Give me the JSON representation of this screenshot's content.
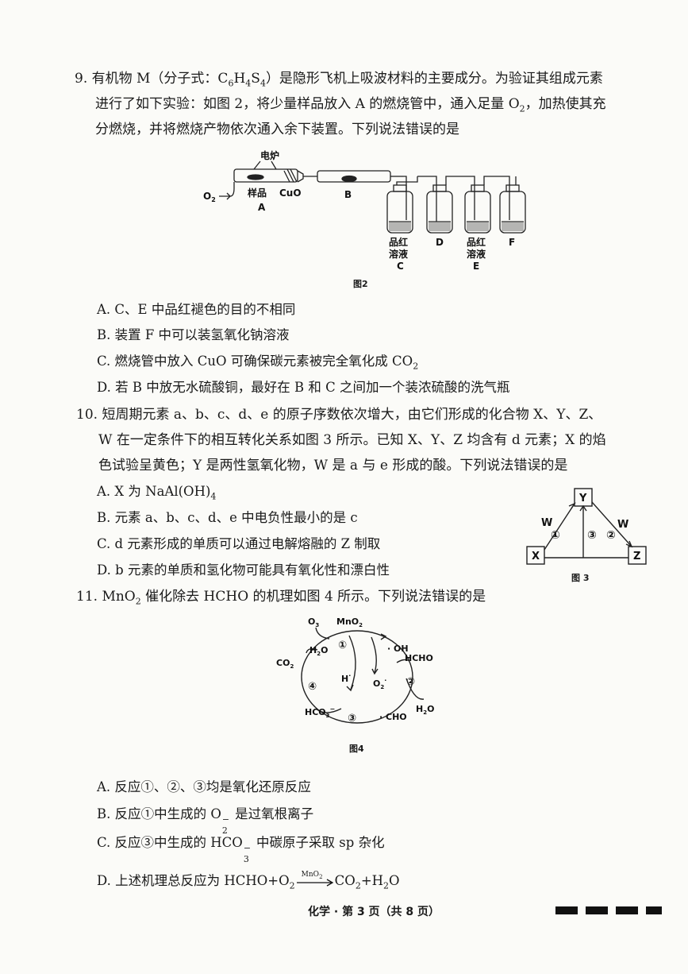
{
  "q9": {
    "line1_a": "9. 有机物 M（分子式：C",
    "line1_s1": "6",
    "line1_b": "H",
    "line1_s2": "4",
    "line1_c": "S",
    "line1_s3": "4",
    "line1_d": "）是隐形飞机上吸波材料的主要成分。为验证其组成元素",
    "line2_a": "进行了如下实验：如图 2，将少量样品放入 A 的燃烧管中，通入足量 O",
    "line2_s": "2",
    "line2_b": "，加热使其充",
    "line3": "分燃烧，并将燃烧产物依次通入余下装置。下列说法错误的是",
    "figure": {
      "caption": "图2",
      "furnace": "电炉",
      "o2_a": "O",
      "o2_s": "2",
      "sample": "样品",
      "cuo": "CuO",
      "a": "A",
      "b": "B",
      "c_l1": "品红",
      "c_l2": "溶液",
      "c_l3": "C",
      "d": "D",
      "e_l1": "品红",
      "e_l2": "溶液",
      "e_l3": "E",
      "f": "F"
    },
    "opt_a": "A. C、E 中品红褪色的目的不相同",
    "opt_b": "B. 装置 F 中可以装氢氧化钠溶液",
    "opt_c_a": "C. 燃烧管中放入 CuO 可确保碳元素被完全氧化成 CO",
    "opt_c_s": "2",
    "opt_d": "D. 若 B 中放无水硫酸铜，最好在 B 和 C 之间加一个装浓硫酸的洗气瓶"
  },
  "q10": {
    "line1": "10. 短周期元素 a、b、c、d、e 的原子序数依次增大，由它们形成的化合物 X、Y、Z、",
    "line2": "W 在一定条件下的相互转化关系如图 3 所示。已知 X、Y、Z 均含有 d 元素；X 的焰",
    "line3": "色试验呈黄色；Y 是两性氢氧化物，W 是 a 与 e 形成的酸。下列说法错误的是",
    "opt_a_a": "A. X 为 NaAl(OH)",
    "opt_a_s": "4",
    "opt_b": "B. 元素 a、b、c、d、e 中电负性最小的是 c",
    "opt_c": "C. d 元素形成的单质可以通过电解熔融的 Z 制取",
    "opt_d": "D. b 元素的单质和氢化物可能具有氧化性和漂白性",
    "figure": {
      "caption": "图 3",
      "x": "X",
      "y": "Y",
      "z": "Z",
      "w1": "W",
      "w2": "W",
      "n1": "①",
      "n2": "②",
      "n3": "③"
    }
  },
  "q11": {
    "line1_a": "11. MnO",
    "line1_s": "2",
    "line1_b": " 催化除去 HCHO 的机理如图 4 所示。下列说法错误的是",
    "figure": {
      "caption": "图4",
      "o3": "O",
      "o3_s": "3",
      "mno2": "MnO",
      "mno2_s": "2",
      "h2o_top": "H",
      "h2o_top_s": "2",
      "h2o_top_b": "O",
      "co2": "CO",
      "co2_s": "2",
      "oh": "· OH",
      "hcho": "HCHO",
      "h": "H",
      "h_sup": "·",
      "o2m": "O",
      "o2m_sub": "2",
      "o2m_sup": "·",
      "hco3": "HCO",
      "hco3_sub": "3",
      "hco3_sup": "−",
      "cho": "· CHO",
      "h2o_r": "H",
      "h2o_r_s": "2",
      "h2o_r_b": "O",
      "n1": "①",
      "n2": "②",
      "n3": "③",
      "n4": "④"
    },
    "opt_a": "A. 反应①、②、③均是氧化还原反应",
    "opt_b_a": "B. 反应①中生成的 O",
    "opt_b_sub": "2",
    "opt_b_sup": "−",
    "opt_b_b": " 是过氧根离子",
    "opt_c_a": "C. 反应③中生成的 HCO",
    "opt_c_sub": "3",
    "opt_c_sup": "−",
    "opt_c_b": " 中碳原子采取 sp  杂化",
    "opt_d_a": "D. 上述机理总反应为 HCHO+O",
    "opt_d_s1": "2",
    "opt_d_cat": "MnO",
    "opt_d_cat_s": "2",
    "opt_d_b": "CO",
    "opt_d_s2": "2",
    "opt_d_c": "+H",
    "opt_d_s3": "2",
    "opt_d_d": "O"
  },
  "footer": "化学 · 第 3 页（共 8 页）"
}
